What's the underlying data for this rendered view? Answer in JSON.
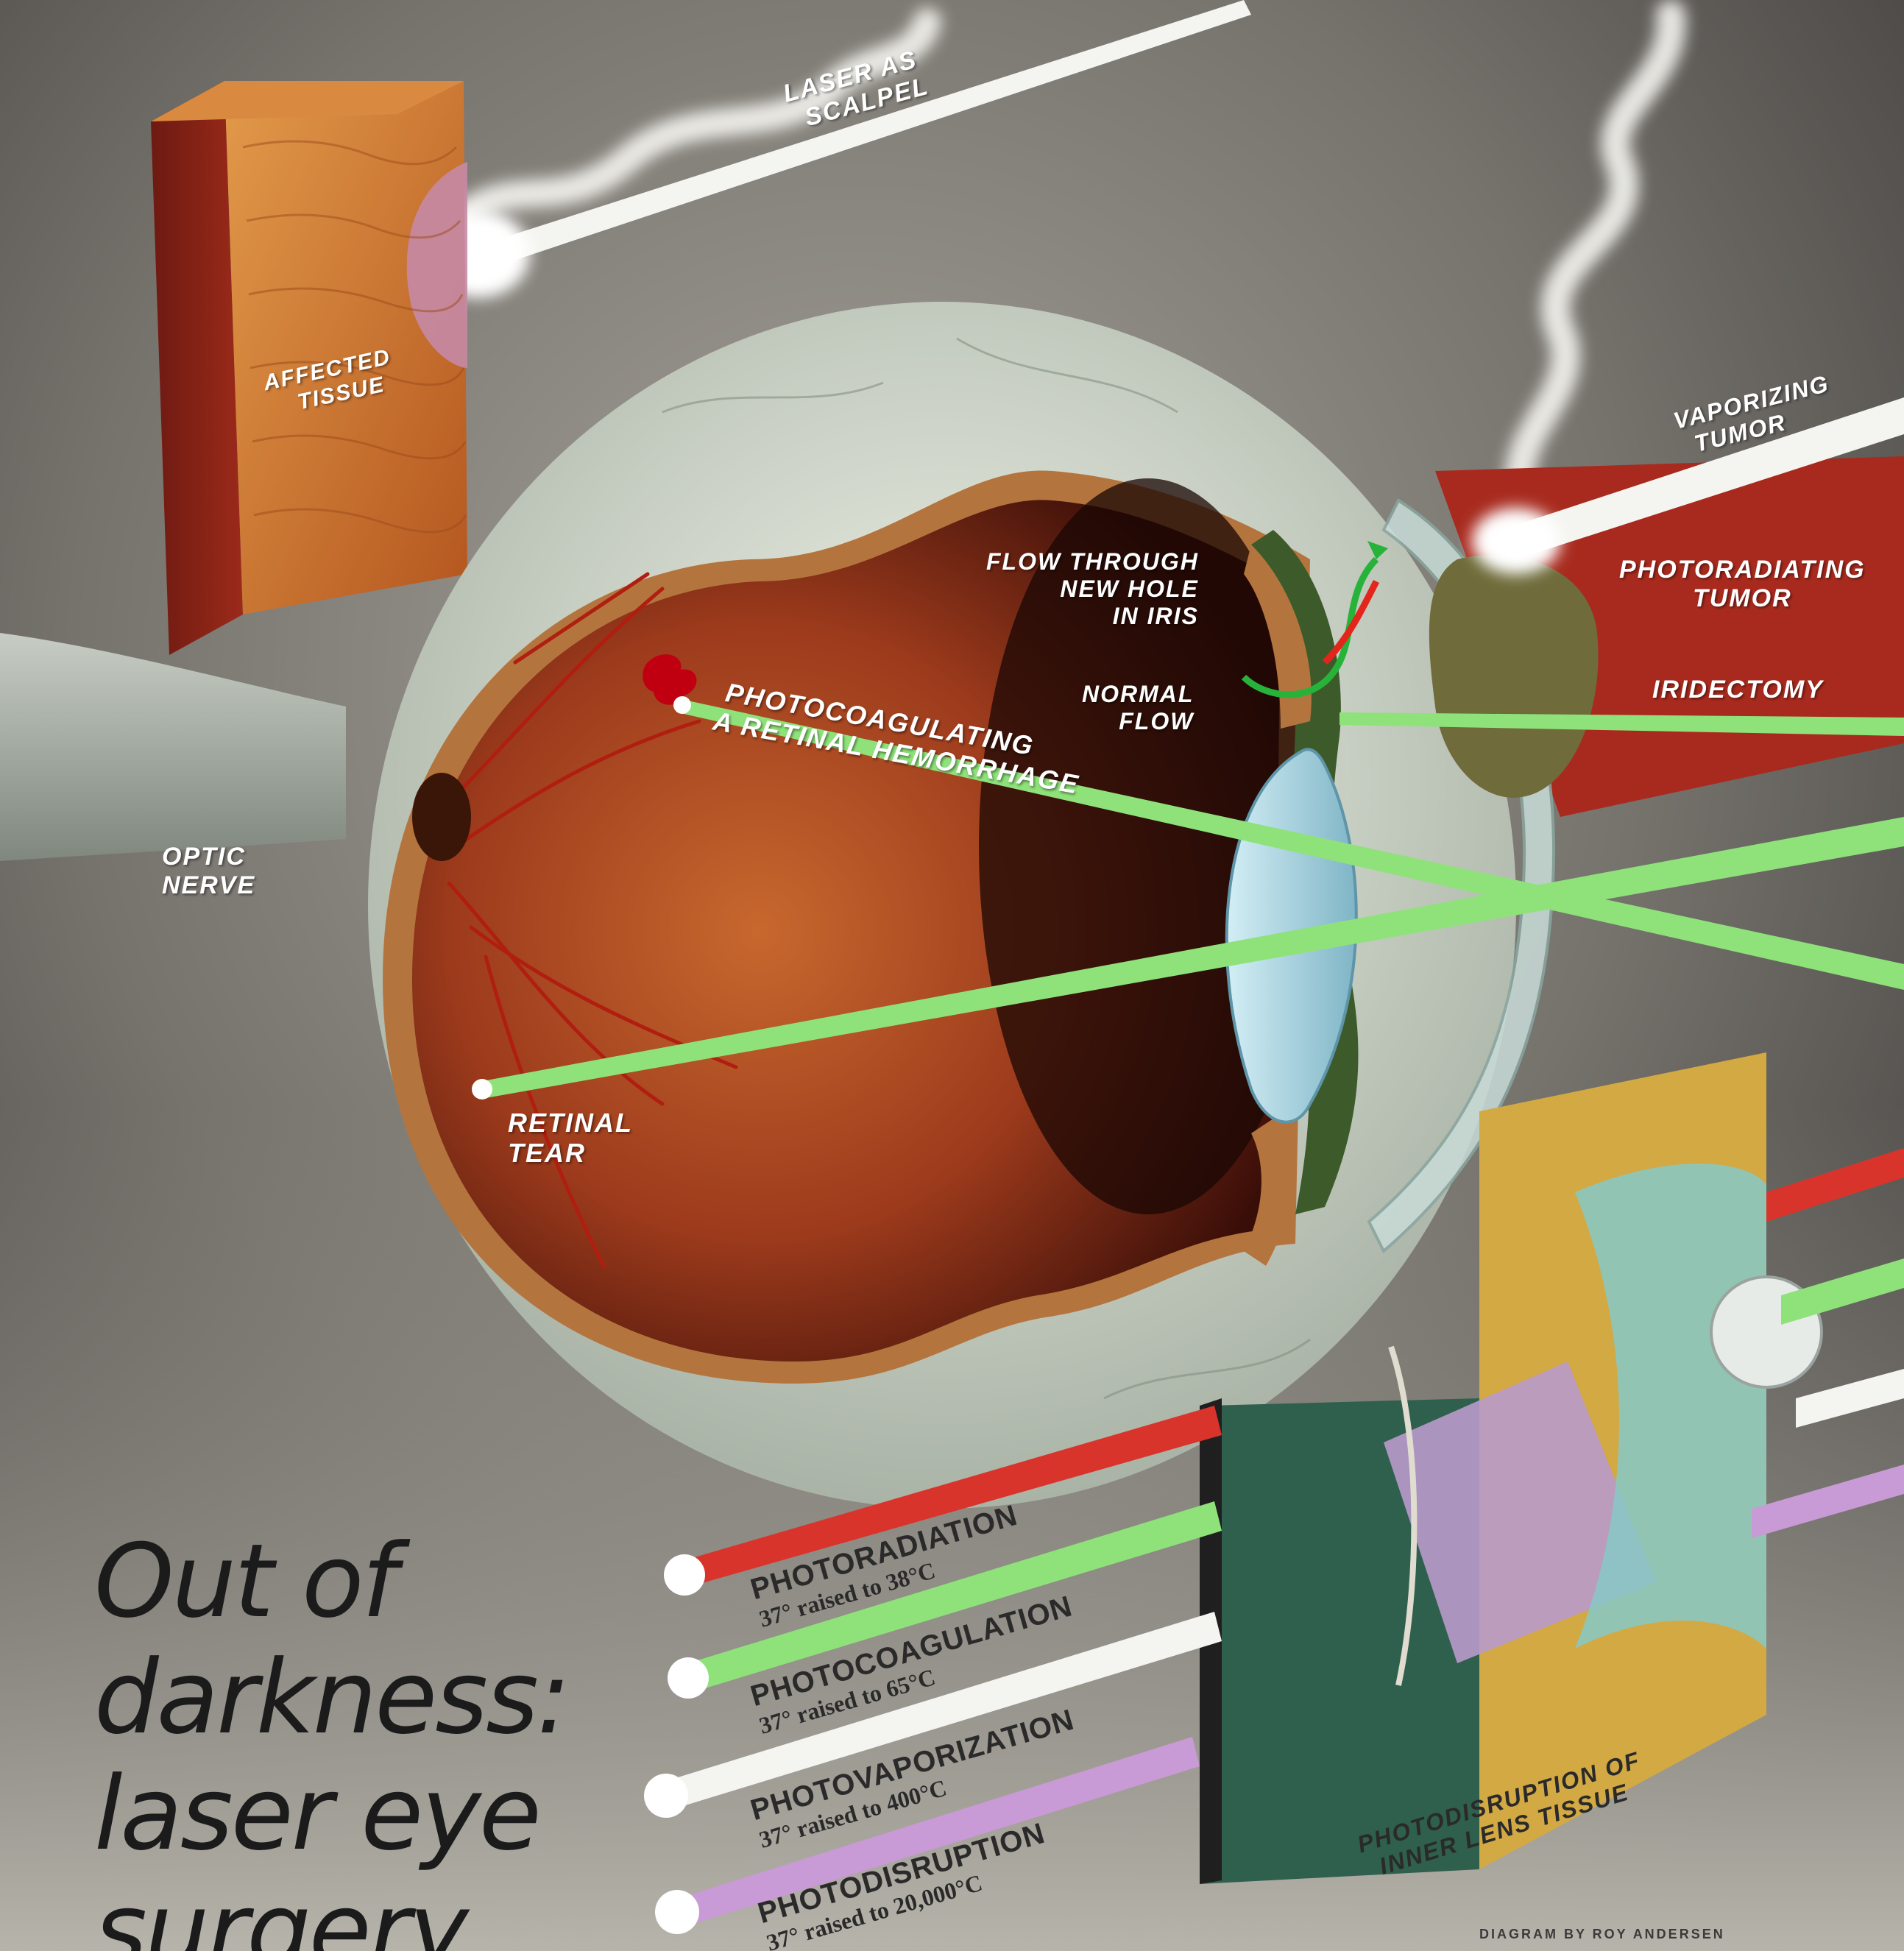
{
  "title_lines": [
    "Out of",
    "darkness:",
    "laser eye",
    "surgery"
  ],
  "labels": {
    "laser_as_scalpel": [
      "LASER AS",
      "SCALPEL"
    ],
    "affected_tissue": [
      "AFFECTED",
      "TISSUE"
    ],
    "optic_nerve": [
      "OPTIC",
      "NERVE"
    ],
    "flow_through": [
      "FLOW THROUGH",
      "NEW HOLE",
      "IN IRIS"
    ],
    "normal_flow": [
      "NORMAL",
      "FLOW"
    ],
    "photocoagulating": [
      "PHOTOCOAGULATING",
      "A RETINAL HEMORRHAGE"
    ],
    "retinal_tear": [
      "RETINAL",
      "TEAR"
    ],
    "vaporizing_tumor": [
      "VAPORIZING",
      "TUMOR"
    ],
    "photoradiating_tumor": [
      "PHOTORADIATING",
      "TUMOR"
    ],
    "iridectomy": "IRIDECTOMY",
    "photodisruption_lens": [
      "PHOTODISRUPTION OF",
      "INNER LENS TISSUE"
    ]
  },
  "legend": [
    {
      "name": "PHOTORADIATION",
      "temp": "37° raised to 38°C",
      "color": "#d9342b"
    },
    {
      "name": "PHOTOCOAGULATION",
      "temp": "37° raised to 65°C",
      "color": "#8fe27a"
    },
    {
      "name": "PHOTOVAPORIZATION",
      "temp": "37° raised to 400°C",
      "color": "#f4f4f0"
    },
    {
      "name": "PHOTODISRUPTION",
      "temp": "37° raised to 20,000°C",
      "color": "#c89ad6"
    }
  ],
  "credit": "DIAGRAM BY ROY ANDERSEN",
  "colors": {
    "background": "#8a8780",
    "retina": "#9c3a1c",
    "laser_green": "#8fe27a",
    "laser_red": "#d9342b",
    "laser_white": "#f4f4f0",
    "laser_violet": "#c89ad6",
    "lens": "#a9d8e6",
    "tissue_block": "#c86a2a"
  }
}
